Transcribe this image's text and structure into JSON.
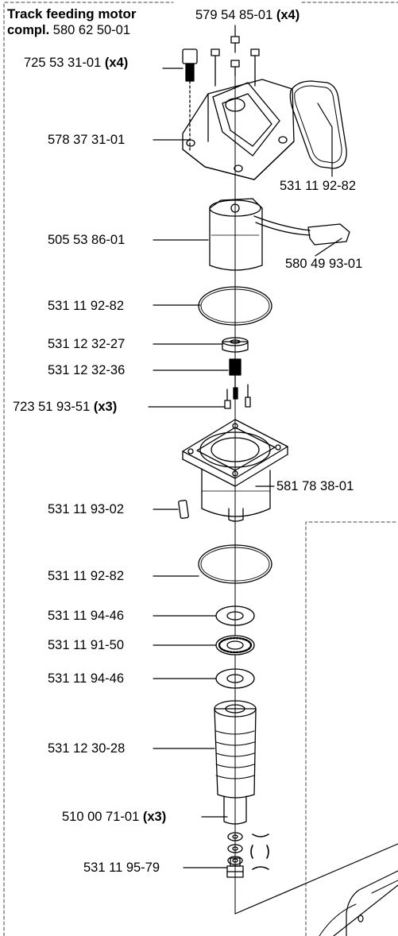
{
  "header": {
    "title_line1": "Track feeding motor",
    "title_line2_prefix": "compl.",
    "title_line2_number": "580 62 50-01"
  },
  "labels": [
    {
      "id": "p1",
      "number": "579 54 85-01",
      "qty": "(x4)"
    },
    {
      "id": "p2",
      "number": "725 53 31-01",
      "qty": "(x4)"
    },
    {
      "id": "p3",
      "number": "578 37 31-01",
      "qty": ""
    },
    {
      "id": "p4",
      "number": "531 11 92-82",
      "qty": ""
    },
    {
      "id": "p5",
      "number": "505 53 86-01",
      "qty": ""
    },
    {
      "id": "p6",
      "number": "580 49 93-01",
      "qty": ""
    },
    {
      "id": "p7",
      "number": "531 11 92-82",
      "qty": ""
    },
    {
      "id": "p8",
      "number": "531 12 32-27",
      "qty": ""
    },
    {
      "id": "p9",
      "number": "531 12 32-36",
      "qty": ""
    },
    {
      "id": "p10",
      "number": "723 51 93-51",
      "qty": "(x3)"
    },
    {
      "id": "p11",
      "number": "581 78 38-01",
      "qty": ""
    },
    {
      "id": "p12",
      "number": "531 11 93-02",
      "qty": ""
    },
    {
      "id": "p13",
      "number": "531 11 92-82",
      "qty": ""
    },
    {
      "id": "p14",
      "number": "531 11 94-46",
      "qty": ""
    },
    {
      "id": "p15",
      "number": "531 11 91-50",
      "qty": ""
    },
    {
      "id": "p16",
      "number": "531 11 94-46",
      "qty": ""
    },
    {
      "id": "p17",
      "number": "531 12 30-28",
      "qty": ""
    },
    {
      "id": "p18",
      "number": "510 00 71-01",
      "qty": "(x3)"
    },
    {
      "id": "p19",
      "number": "531 11 95-79",
      "qty": ""
    }
  ]
}
